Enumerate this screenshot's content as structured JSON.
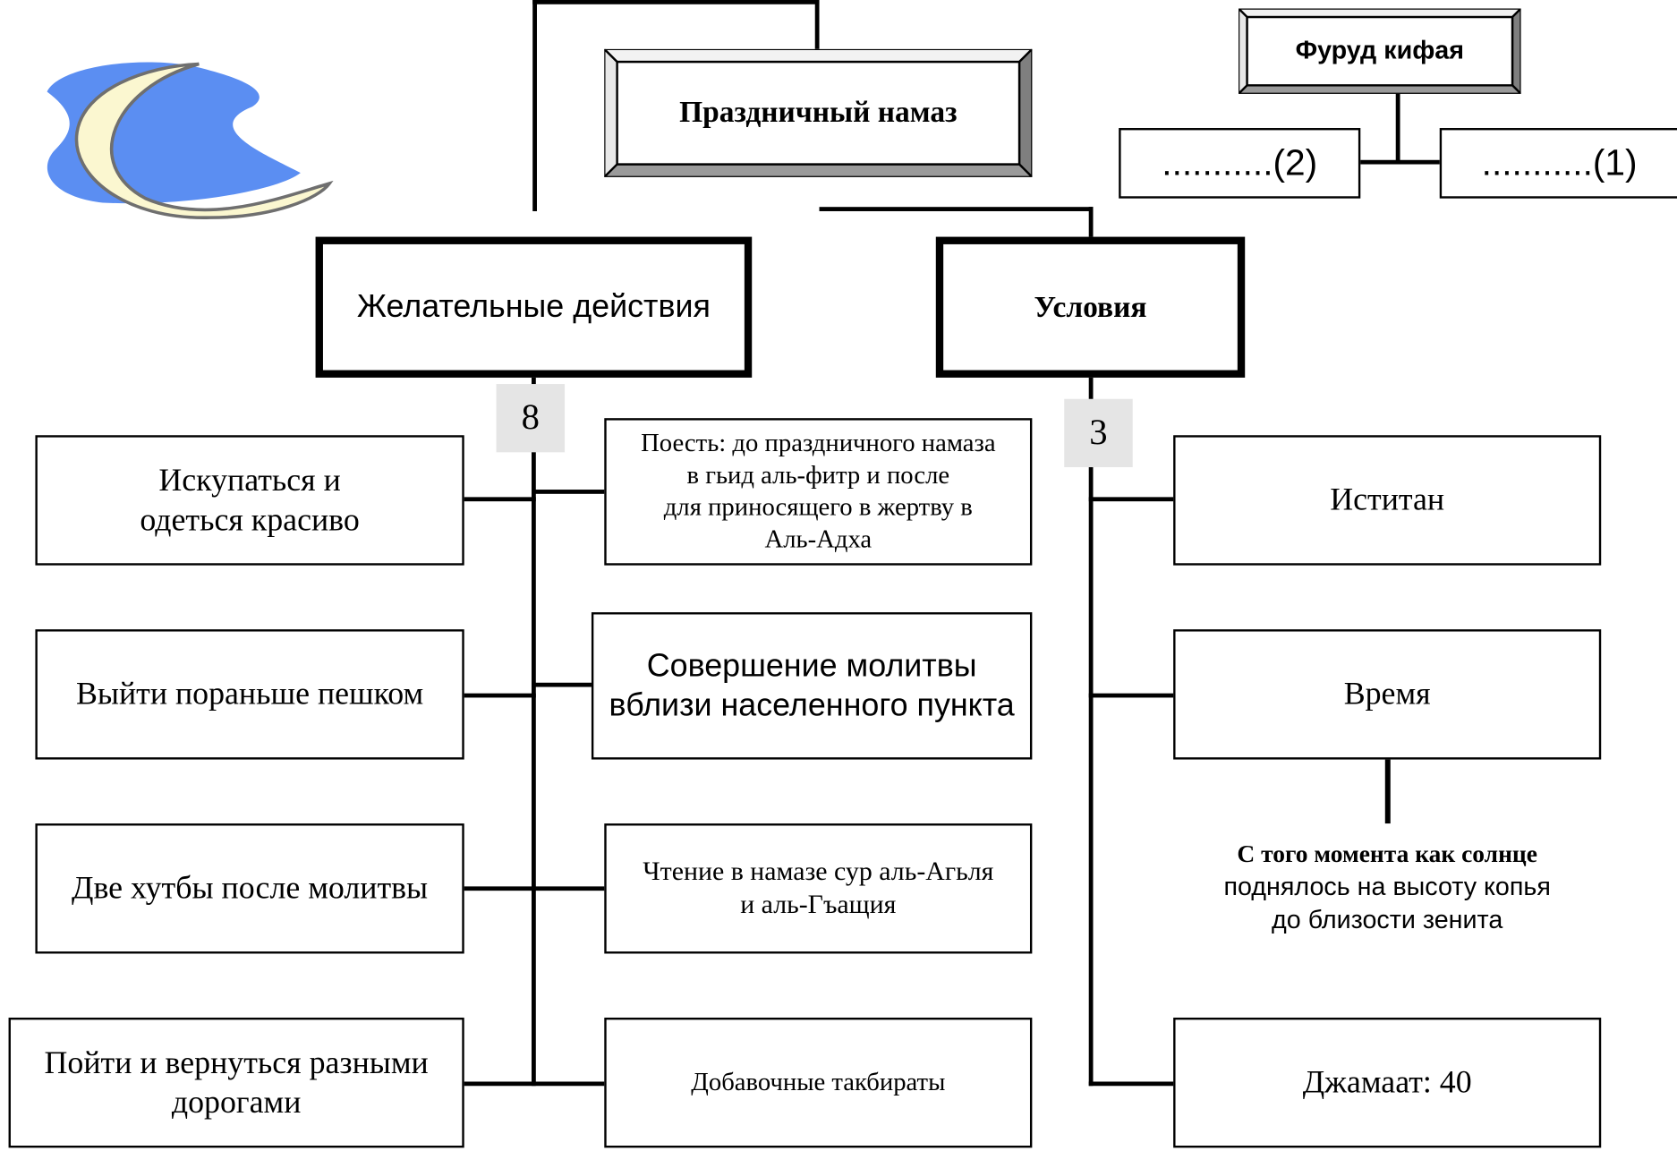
{
  "diagram": {
    "root_title": "Праздничный намаз",
    "fard_title": "Фуруд кифая",
    "fard_item_2": "...........(2)",
    "fard_item_1": "...........(1)",
    "desirable_title": "Желательные действия",
    "conditions_title": "Условия",
    "desirable_count": "8",
    "conditions_count": "3",
    "desirable_left": [
      "Искупаться и\nодеться красиво",
      "Выйти пораньше пешком",
      "Две хутбы после молитвы",
      "Пойти и вернуться разными\nдорогами"
    ],
    "desirable_right": [
      "Поесть: до праздничного намаза\nв гьид аль-фитр и после\nдля приносящего в жертву в\nАль-Адха",
      "Совершение молитвы\nвблизи населенного пункта",
      "Чтение в намазе сур аль-Агьля\nи аль-Гъащия",
      "Добавочные такбираты"
    ],
    "conditions": [
      "Иститан",
      "Время",
      "Джамаат: 40"
    ],
    "time_note_line1": "С того момента как солнце",
    "time_note_line2": "поднялось на высоту копья\nдо близости зенита"
  }
}
